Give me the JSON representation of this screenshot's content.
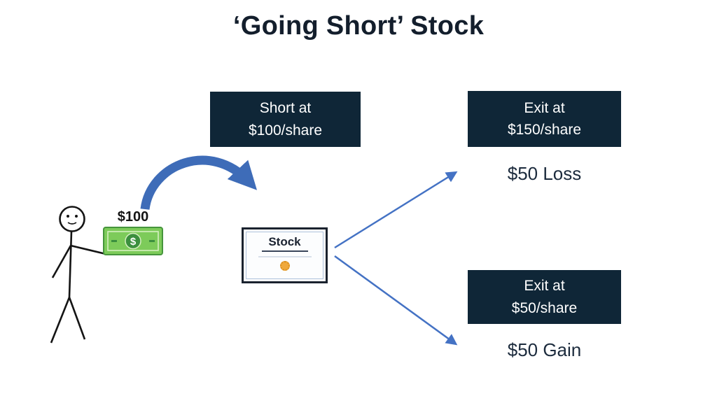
{
  "title": "‘Going Short’ Stock",
  "boxes": {
    "short": {
      "line1": "Short at",
      "line2": "$100/share"
    },
    "exit_high": {
      "line1": "Exit at",
      "line2": "$150/share"
    },
    "exit_low": {
      "line1": "Exit at",
      "line2": "$50/share"
    }
  },
  "outcomes": {
    "loss": "$50 Loss",
    "gain": "$50 Gain"
  },
  "money": {
    "label": "$100",
    "symbol": "$"
  },
  "certificate": {
    "label": "Stock"
  },
  "colors": {
    "box_bg": "#0F2637",
    "box_text": "#FFFFFF",
    "title_text": "#131E2C",
    "arrow_blue": "#4472C4",
    "curved_arrow_blue": "#3E6CB8",
    "money_green": "#7DCB5A",
    "money_dark_green": "#3B8F3E",
    "seal_orange": "#EFA93C"
  }
}
